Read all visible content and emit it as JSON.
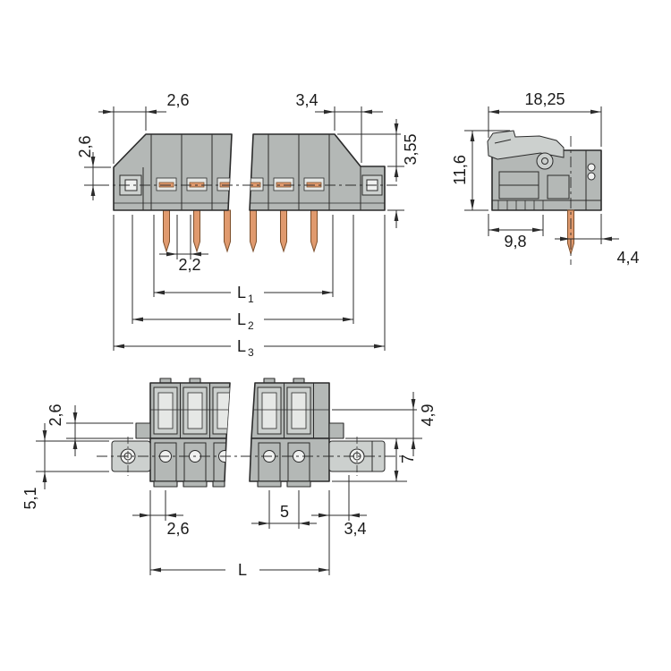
{
  "colors": {
    "line": "#2b2b2b",
    "body_fill": "#b4b8b6",
    "body_light": "#ccd0ce",
    "pin_copper": "#e09a6e",
    "background": "#ffffff"
  },
  "front_view": {
    "dim_top_left": "2,6",
    "dim_top_right": "3,4",
    "dim_left": "2,6",
    "dim_right": "3,55",
    "dim_pin": "2,2",
    "l1": {
      "base": "L",
      "sub": "1"
    },
    "l2": {
      "base": "L",
      "sub": "2"
    },
    "l3": {
      "base": "L",
      "sub": "3"
    }
  },
  "side_view": {
    "dim_width": "18,25",
    "dim_height": "11,6",
    "dim_pin_center": "9,8",
    "dim_rear": "4,4"
  },
  "bottom_view": {
    "dim_left_top": "2,6",
    "dim_left_bottom": "5,1",
    "dim_right_top": "4,9",
    "dim_right_bottom": "7",
    "dim_bottom_left": "2,6",
    "dim_pitch": "5",
    "dim_bottom_right": "3,4",
    "dim_length": "L"
  }
}
